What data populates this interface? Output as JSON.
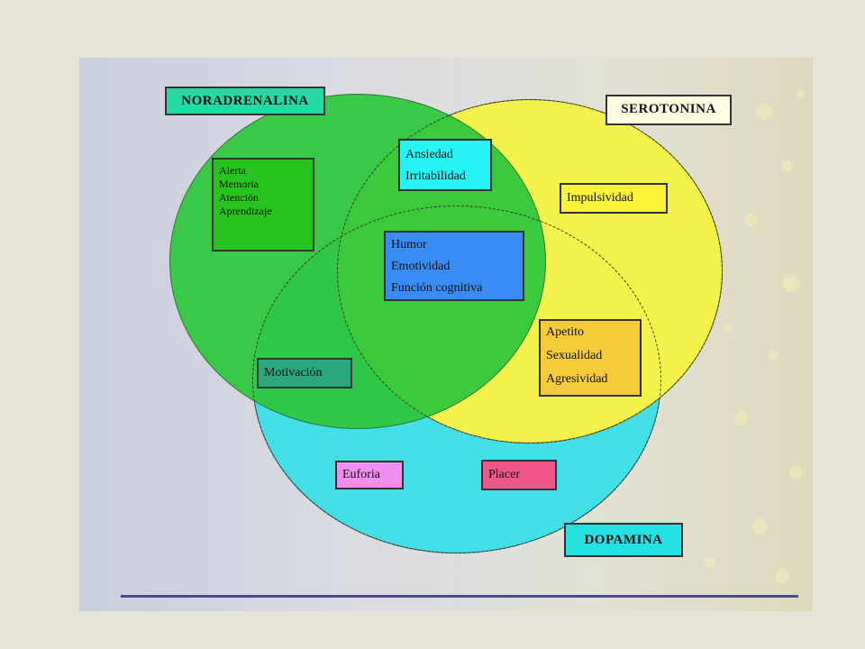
{
  "diagram": {
    "sets": {
      "noradrenalina": "NORADRENALINA",
      "serotonina": "SEROTONINA",
      "dopamina": "DOPAMINA"
    },
    "regions": {
      "noradrenalina_only": [
        "Alerta",
        "Memoria",
        "Atención",
        "Aprendizaje"
      ],
      "noradrenalina_serotonina": [
        "Ansiedad",
        "Irritabilidad"
      ],
      "serotonina_only": [
        "Impulsividad"
      ],
      "all_three": [
        "Humor",
        "Emotividad",
        "Función cognitiva"
      ],
      "serotonina_dopamina": [
        "Apetito",
        "Sexualidad",
        "Agresividad"
      ],
      "noradrenalina_dopamina": [
        "Motivación"
      ],
      "dopamina_only": [
        "Euforia",
        "Placer"
      ]
    },
    "colors": {
      "noradrenalina": "#2ec83c",
      "serotonina": "#f3f24a",
      "dopamina": "#42dfe6",
      "center": "#3a8cf5"
    }
  }
}
